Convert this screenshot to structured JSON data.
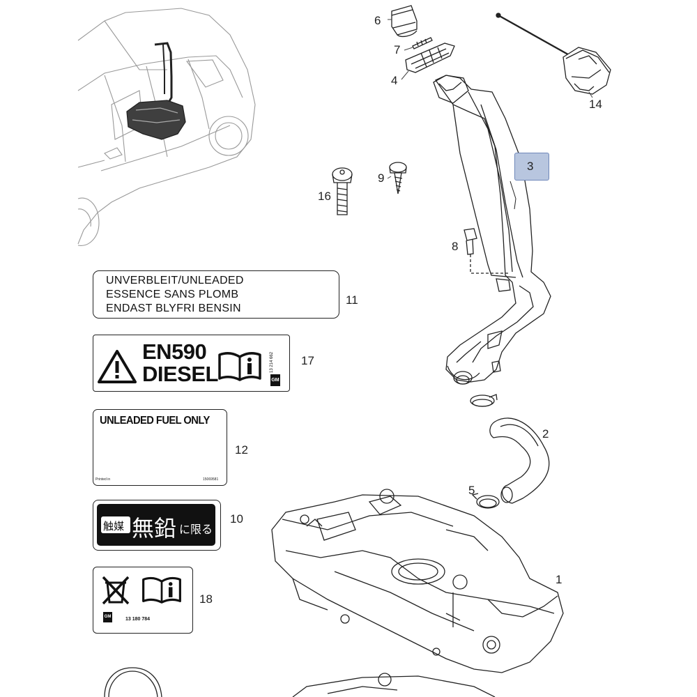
{
  "callouts": {
    "c1": "1",
    "c2": "2",
    "c3": "3",
    "c4": "4",
    "c5": "5",
    "c6": "6",
    "c7": "7",
    "c8": "8",
    "c9": "9",
    "c10": "10",
    "c11": "11",
    "c12": "12",
    "c14": "14",
    "c16": "16",
    "c17": "17",
    "c18": "18"
  },
  "highlight_color": "#b8c6df",
  "label_11": {
    "line1": "UNVERBLEIT/UNLEADED",
    "line2": "ESSENCE SANS PLOMB",
    "line3": "ENDAST BLYFRI BENSIN"
  },
  "label_17": {
    "line1": "EN590",
    "line2": "DIESEL",
    "part_no": "13 214 662",
    "icons": [
      "warning-triangle-icon",
      "manual-book-icon",
      "gm-logo-icon"
    ]
  },
  "label_12": {
    "title": "UNLEADED FUEL ONLY",
    "printed": "Printed in",
    "part_no": "15069581"
  },
  "label_10": {
    "left_text": "触媒",
    "main_text": "無鉛",
    "suffix_text": "に限る"
  },
  "label_18": {
    "part_no": "13 180 784",
    "icons": [
      "no-disposal-icon",
      "manual-book-icon",
      "gm-logo-icon"
    ]
  }
}
